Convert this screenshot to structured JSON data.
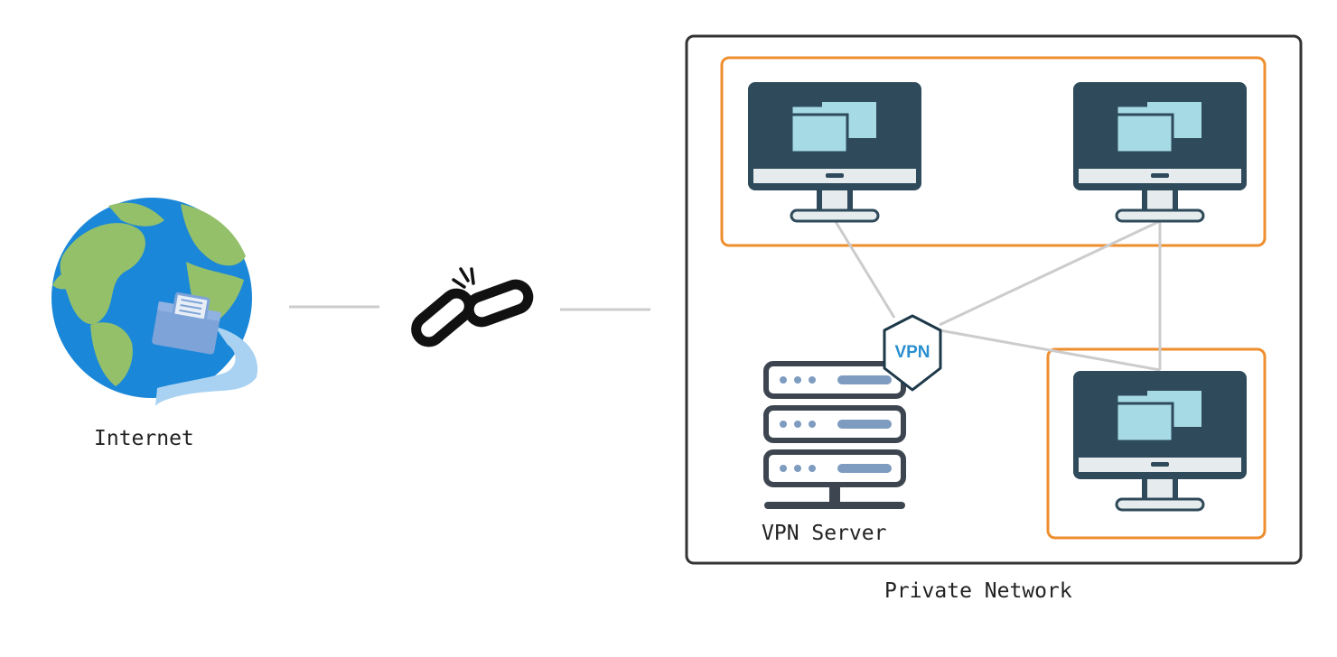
{
  "labels": {
    "internet": "Internet",
    "vpn_server": "VPN Server",
    "private_network": "Private Network",
    "vpn_badge": "VPN"
  },
  "icons": {
    "internet": "globe-ethernet-icon",
    "link": "broken-chain-icon",
    "server": "server-rack-icon",
    "shield": "vpn-shield-icon",
    "computer": "desktop-monitor-icon"
  },
  "colors": {
    "group_border": "#ee8e2e",
    "network_border": "#333333",
    "connector": "#cccccc",
    "monitor_dark": "#2f4a5a",
    "window_light": "#a6dbe6",
    "vpn_text": "#2a8fd0",
    "globe_ocean": "#1a87d8",
    "globe_land": "#95c06a"
  }
}
